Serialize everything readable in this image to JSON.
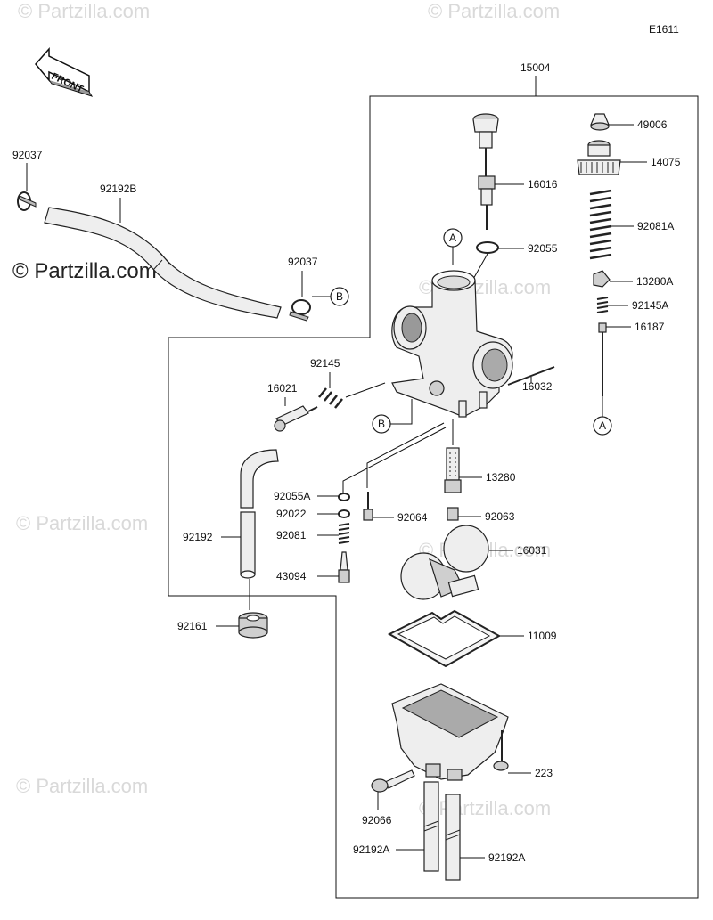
{
  "diagram_code": "E1611",
  "assembly_number": "15004",
  "front_label": "FRONT",
  "copyright_main": "© Partzilla.com",
  "watermark": "© Partzilla.com",
  "ref_markers": {
    "a": "A",
    "b": "B"
  },
  "part_labels": {
    "p49006": "49006",
    "p14075": "14075",
    "p16016": "16016",
    "p92081A": "92081A",
    "p92055": "92055",
    "p13280A": "13280A",
    "p92145A": "92145A",
    "p16187": "16187",
    "p92037_top": "92037",
    "p92192B": "92192B",
    "p92037_mid": "92037",
    "p92145": "92145",
    "p16021": "16021",
    "p16032": "16032",
    "p13280": "13280",
    "p92055A": "92055A",
    "p92022": "92022",
    "p92064": "92064",
    "p92063": "92063",
    "p92192": "92192",
    "p92081": "92081",
    "p16031": "16031",
    "p43094": "43094",
    "p92161": "92161",
    "p11009": "11009",
    "p223": "223",
    "p92066": "92066",
    "p92192A_left": "92192A",
    "p92192A_right": "92192A"
  }
}
